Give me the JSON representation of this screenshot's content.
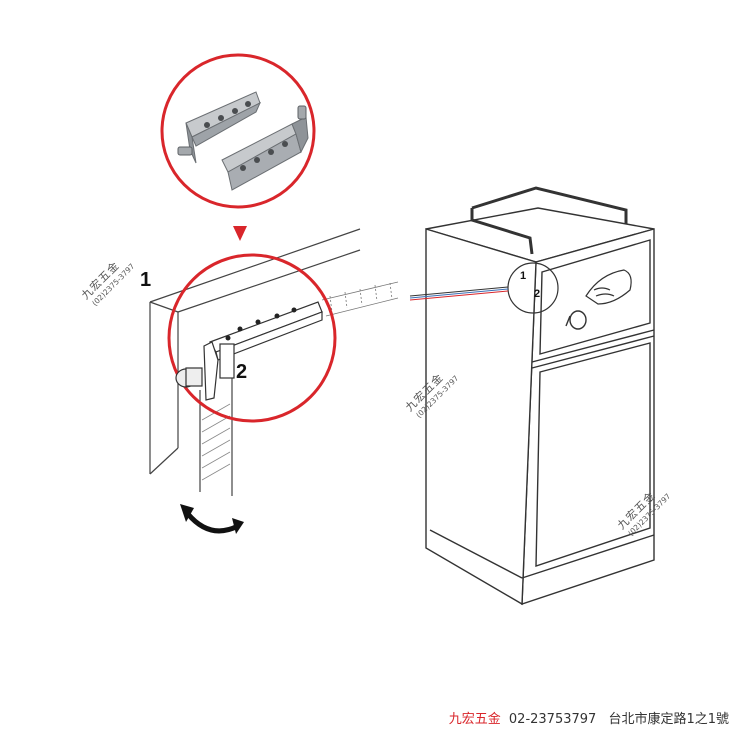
{
  "labels": {
    "detail_part_1": "1",
    "detail_part_2": "2",
    "cabinet_part_1": "1",
    "cabinet_part_2": "2"
  },
  "watermark": {
    "text": "九宏五金",
    "phone": "(02)2375-3797"
  },
  "footer": {
    "brand": "九宏五金",
    "phone": "02-23753797",
    "address": "台北市康定路1之1號"
  },
  "colors": {
    "accent_red": "#d9262b",
    "line": "#333333",
    "metal": "#b9bcc0"
  }
}
